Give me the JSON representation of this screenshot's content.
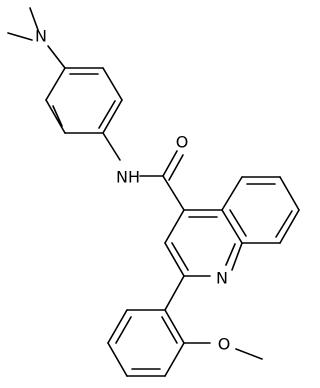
{
  "molecule": {
    "atoms": {
      "n_amine": "N",
      "nh_amide": "NH",
      "o_carbonyl": "O",
      "n_quinoline": "N",
      "o_methoxy": "O"
    }
  }
}
